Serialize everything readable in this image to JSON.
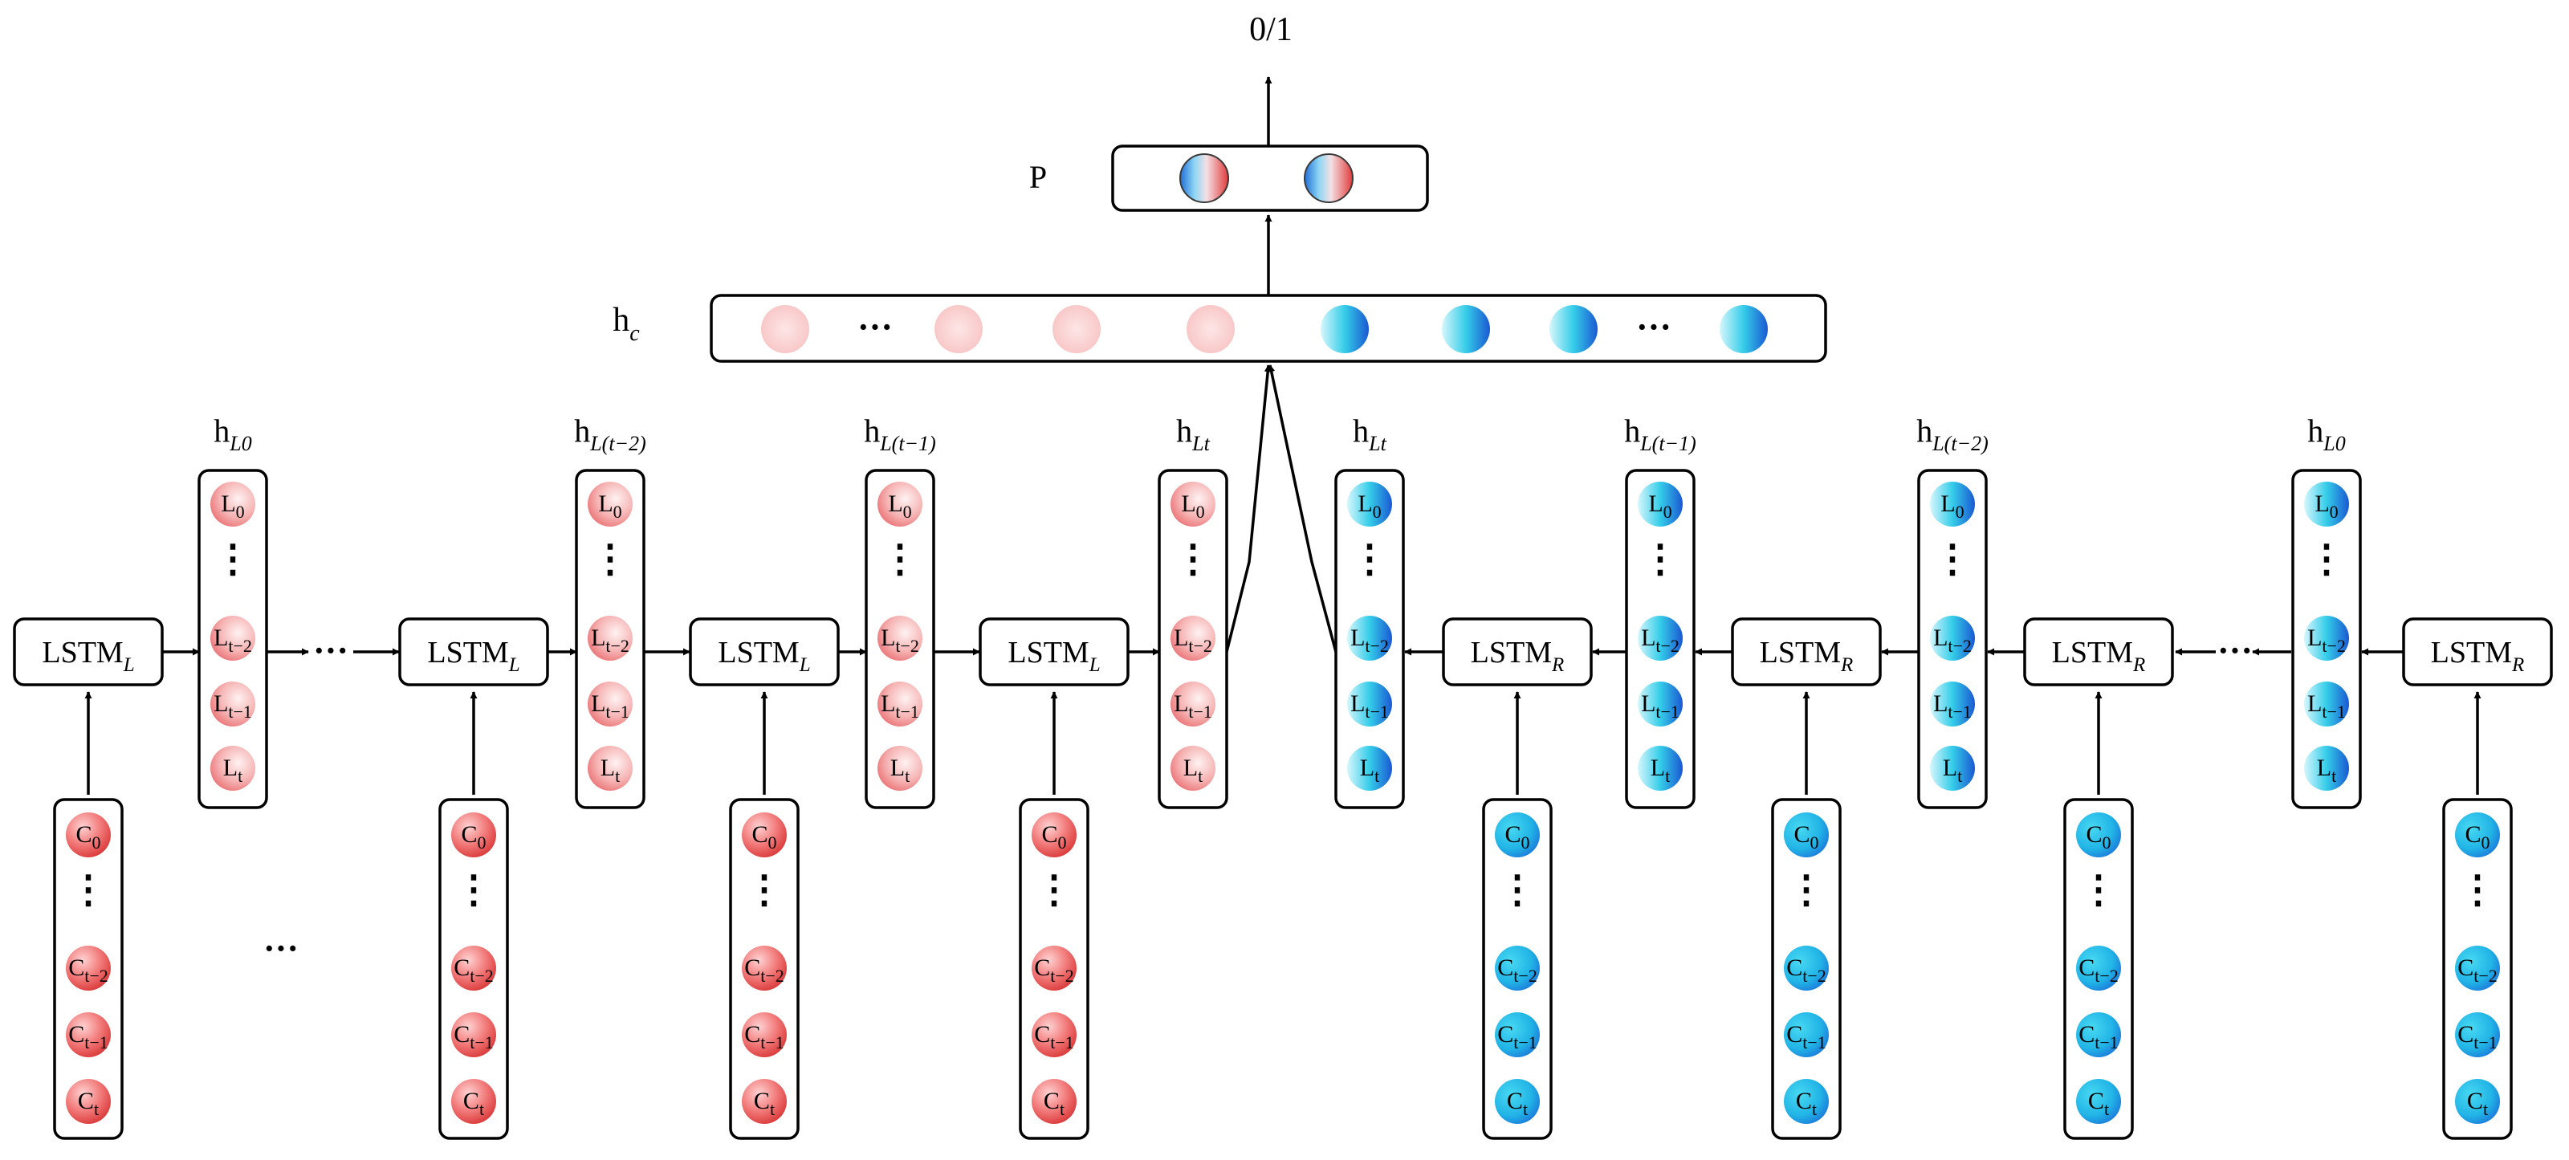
{
  "output_label": "0/1",
  "p_label": "P",
  "hc_label": {
    "main": "h",
    "sub": "c"
  },
  "ellipsis": "···",
  "vdots": "⋮",
  "colors": {
    "red_light": "#fdeaea",
    "red_mid": "#f6a8a8",
    "red_dark": "#e23a3a",
    "blue_light": "#c9f3fb",
    "blue_mid": "#2cc9ea",
    "blue_dark": "#1a5fd6",
    "stroke": "#000000"
  },
  "left_chain": {
    "lstm": {
      "main": "LSTM",
      "sub": "L"
    },
    "states": [
      {
        "head": {
          "main": "h",
          "sub": "L0"
        },
        "cells": [
          {
            "main": "L",
            "sub": "0"
          },
          {
            "main": "L",
            "sub": "t−2"
          },
          {
            "main": "L",
            "sub": "t−1"
          },
          {
            "main": "L",
            "sub": "t"
          }
        ]
      },
      {
        "head": {
          "main": "h",
          "sub": "L(t−2)"
        },
        "cells": [
          {
            "main": "L",
            "sub": "0"
          },
          {
            "main": "L",
            "sub": "t−2"
          },
          {
            "main": "L",
            "sub": "t−1"
          },
          {
            "main": "L",
            "sub": "t"
          }
        ]
      },
      {
        "head": {
          "main": "h",
          "sub": "L(t−1)"
        },
        "cells": [
          {
            "main": "L",
            "sub": "0"
          },
          {
            "main": "L",
            "sub": "t−2"
          },
          {
            "main": "L",
            "sub": "t−1"
          },
          {
            "main": "L",
            "sub": "t"
          }
        ]
      },
      {
        "head": {
          "main": "h",
          "sub": "Lt"
        },
        "cells": [
          {
            "main": "L",
            "sub": "0"
          },
          {
            "main": "L",
            "sub": "t−2"
          },
          {
            "main": "L",
            "sub": "t−1"
          },
          {
            "main": "L",
            "sub": "t"
          }
        ]
      }
    ],
    "inputs": [
      {
        "main": "C",
        "sub": "0"
      },
      {
        "main": "C",
        "sub": "t−2"
      },
      {
        "main": "C",
        "sub": "t−1"
      },
      {
        "main": "C",
        "sub": "t"
      }
    ]
  },
  "right_chain": {
    "lstm": {
      "main": "LSTM",
      "sub": "R"
    },
    "states": [
      {
        "head": {
          "main": "h",
          "sub": "Lt"
        },
        "cells": [
          {
            "main": "L",
            "sub": "0"
          },
          {
            "main": "L",
            "sub": "t−2"
          },
          {
            "main": "L",
            "sub": "t−1"
          },
          {
            "main": "L",
            "sub": "t"
          }
        ]
      },
      {
        "head": {
          "main": "h",
          "sub": "L(t−1)"
        },
        "cells": [
          {
            "main": "L",
            "sub": "0"
          },
          {
            "main": "L",
            "sub": "t−2"
          },
          {
            "main": "L",
            "sub": "t−1"
          },
          {
            "main": "L",
            "sub": "t"
          }
        ]
      },
      {
        "head": {
          "main": "h",
          "sub": "L(t−2)"
        },
        "cells": [
          {
            "main": "L",
            "sub": "0"
          },
          {
            "main": "L",
            "sub": "t−2"
          },
          {
            "main": "L",
            "sub": "t−1"
          },
          {
            "main": "L",
            "sub": "t"
          }
        ]
      },
      {
        "head": {
          "main": "h",
          "sub": "L0"
        },
        "cells": [
          {
            "main": "L",
            "sub": "0"
          },
          {
            "main": "L",
            "sub": "t−2"
          },
          {
            "main": "L",
            "sub": "t−1"
          },
          {
            "main": "L",
            "sub": "t"
          }
        ]
      }
    ],
    "inputs": [
      {
        "main": "C",
        "sub": "0"
      },
      {
        "main": "C",
        "sub": "t−2"
      },
      {
        "main": "C",
        "sub": "t−1"
      },
      {
        "main": "C",
        "sub": "t"
      }
    ]
  }
}
